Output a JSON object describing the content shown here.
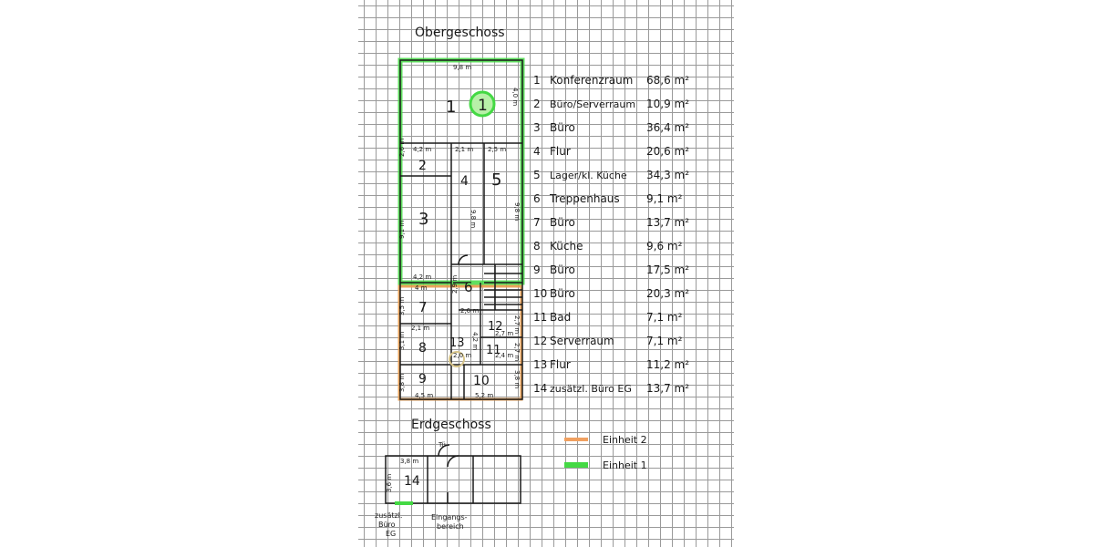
{
  "floor_upper_title": "Obergeschoss",
  "floor_ground_title": "Erdgeschoss",
  "dimensions": {
    "top_width": "9,8 m",
    "right_room1": "4,0 m",
    "room2_w": "4,2 m",
    "room2_h": "2,6 m",
    "room4_w": "2,1 m",
    "room5_w": "2,5 m",
    "room5_h": "9,8 m",
    "room3_h": "9,1 m",
    "room4_h": "9,8 m",
    "room3_bottom": "4,2 m",
    "room7_top": "4 m",
    "room7_h": "3,5 m",
    "room6_h": "2,9 m",
    "stair_w": "2,6 m",
    "room8_w": "2,1 m",
    "room8_h": "3,1 m",
    "room12_w": "2,7 m",
    "room12_h": "2,7 m",
    "room13_h": "4,2 m",
    "room13_w": "2,0 m",
    "room11_w": "2,4 m",
    "room11_h": "2,7 m",
    "room9_h": "3,8 m",
    "room10_h": "3,8 m",
    "room9_w": "4,5 m",
    "room10_w": "5,2 m",
    "room14_w": "3,8 m",
    "room14_h": "3,6 m",
    "door_label": "Tü"
  },
  "room_numbers": [
    "1",
    "2",
    "3",
    "4",
    "5",
    "6",
    "7",
    "8",
    "9",
    "10",
    "11",
    "12",
    "13",
    "14"
  ],
  "zone_marker": "1",
  "rooms_list": [
    {
      "num": "1",
      "name": "Konferenzraum",
      "area": "68,6 m²"
    },
    {
      "num": "2",
      "name": "Büro/Serverraum",
      "area": "10,9 m²"
    },
    {
      "num": "3",
      "name": "Büro",
      "area": "36,4 m²"
    },
    {
      "num": "4",
      "name": "Flur",
      "area": "20,6 m²"
    },
    {
      "num": "5",
      "name": "Lager/kl. Küche",
      "area": "34,3 m²"
    },
    {
      "num": "6",
      "name": "Treppenhaus",
      "area": "9,1 m²"
    },
    {
      "num": "7",
      "name": "Büro",
      "area": "13,7 m²"
    },
    {
      "num": "8",
      "name": "Küche",
      "area": "9,6 m²"
    },
    {
      "num": "9",
      "name": "Büro",
      "area": "17,5 m²"
    },
    {
      "num": "10",
      "name": "Büro",
      "area": "20,3 m²"
    },
    {
      "num": "11",
      "name": "Bad",
      "area": "7,1 m²"
    },
    {
      "num": "12",
      "name": "Serverraum",
      "area": "7,1 m²"
    },
    {
      "num": "13",
      "name": "Flur",
      "area": "11,2 m²"
    },
    {
      "num": "14",
      "name": "zusätzl. Büro EG",
      "area": "13,7 m²"
    }
  ],
  "legend": [
    {
      "label": "Einheit 2",
      "color": "#f0a060"
    },
    {
      "label": "Einheit 1",
      "color": "#44d944"
    }
  ],
  "ground_notes": {
    "left_lines": [
      "zusätzl.",
      "Büro",
      "EG"
    ],
    "entrance_lines": [
      "Eingangs-",
      "bereich"
    ]
  },
  "colors": {
    "unit1": "#44d944",
    "unit2": "#e89a4a",
    "ink": "#1a1a1a",
    "circle": "#d8c58a"
  }
}
